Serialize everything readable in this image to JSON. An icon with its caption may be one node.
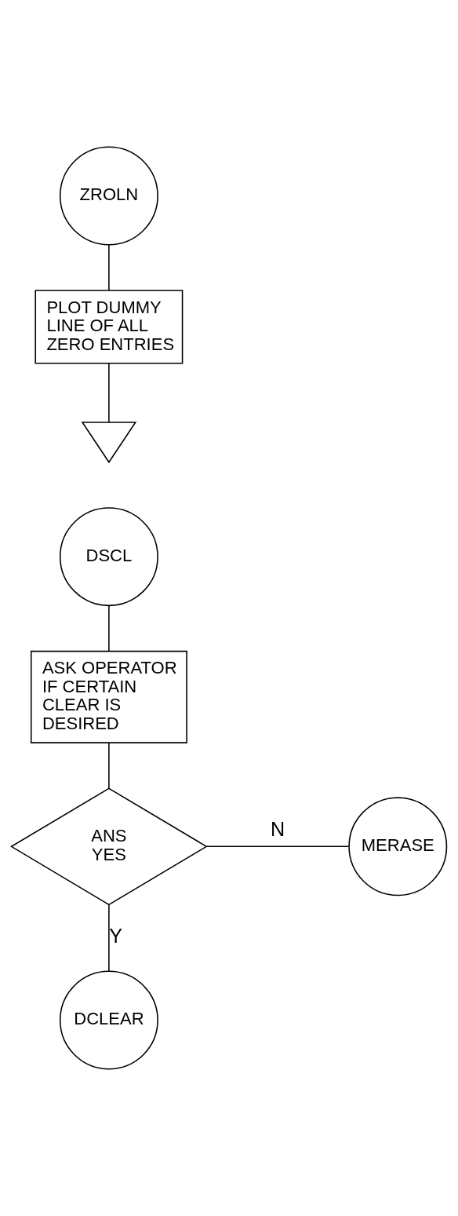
{
  "diagram": {
    "nodes": [
      {
        "text": [
          "ZROLN"
        ]
      },
      {
        "text": [
          "PLOT DUMMY LINE OF ALL ZERO ENTRIES"
        ]
      },
      {
        "text": [],
        "shape": "triangle"
      },
      {
        "text": [
          "DSCL"
        ]
      },
      {
        "text": [
          "ASK OPERATOR IF CERTAIN CLEAR IS DESIRED"
        ]
      },
      {
        "text": [
          "ANS YES"
        ]
      },
      {
        "text": [
          "MERASE"
        ]
      },
      {
        "text": [
          "DCLEAR"
        ]
      }
    ],
    "edges": [
      {
        "from": 0,
        "to": 1,
        "arrow": "none"
      },
      {
        "from": 1,
        "to": 2,
        "arrow": "none"
      },
      {
        "from": 3,
        "to": 4,
        "arrow": "none"
      },
      {
        "from": 4,
        "to": 5,
        "arrow": "none"
      },
      {
        "from": 5,
        "to": 6,
        "arrow": "none",
        "label": "N"
      },
      {
        "from": 5,
        "to": 7,
        "arrow": "none",
        "label": "Y"
      }
    ]
  }
}
